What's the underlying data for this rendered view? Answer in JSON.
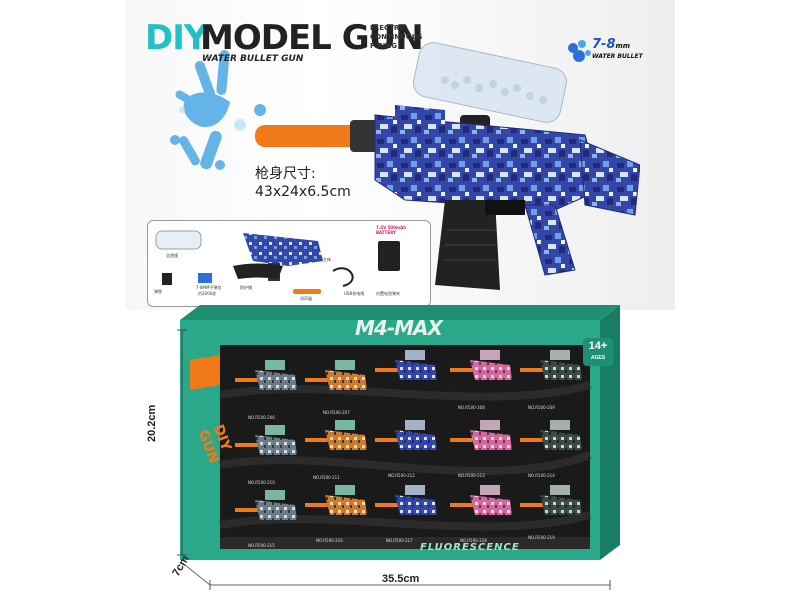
{
  "header": {
    "diy": "DIY",
    "model_gun": "MODEL GUN",
    "subtitle": "WATER BULLET GUN",
    "feature_lines": [
      "ELECTRIC",
      "CONTINUOUS",
      "FIRING"
    ]
  },
  "badge": {
    "size": "7-8",
    "unit": "mm",
    "label": "WATER BULLET"
  },
  "product_size": {
    "label": "枪身尺寸:",
    "value": "43x24x6.5cm"
  },
  "accessories": {
    "battery": [
      "7.4V 500mAh",
      "BATTERY"
    ],
    "items": [
      "全透镜",
      "主体",
      "弹匣",
      "7-8MM子弹包",
      "约2000发",
      "防护镜",
      "消声器",
      "USB充电线",
      "内置电池弹夹"
    ]
  },
  "box": {
    "brand": "M4-MAX",
    "ages_value": "14+",
    "ages_label": "AGES",
    "side_text": "DIY GUN",
    "bottom_label": "FLUORESCENCE",
    "width_label": "35.5cm",
    "height_label": "20.2cm",
    "depth_label": "7cm",
    "model_numbers": [
      "NO.R500-206",
      "NO.R500-207",
      "NO.R500-208",
      "NO.R500-209",
      "NO.R500-210",
      "NO.R500-211",
      "NO.R500-212",
      "NO.R500-213",
      "NO.R500-214",
      "NO.R500-215",
      "NO.R500-216",
      "NO.R500-217",
      "NO.R500-218",
      "NO.R500-219"
    ]
  },
  "colors": {
    "teal": "#21c0c8",
    "box_green": "#2aa88a",
    "blue_camo": "#3a4fb0",
    "orange": "#f07a1a"
  }
}
